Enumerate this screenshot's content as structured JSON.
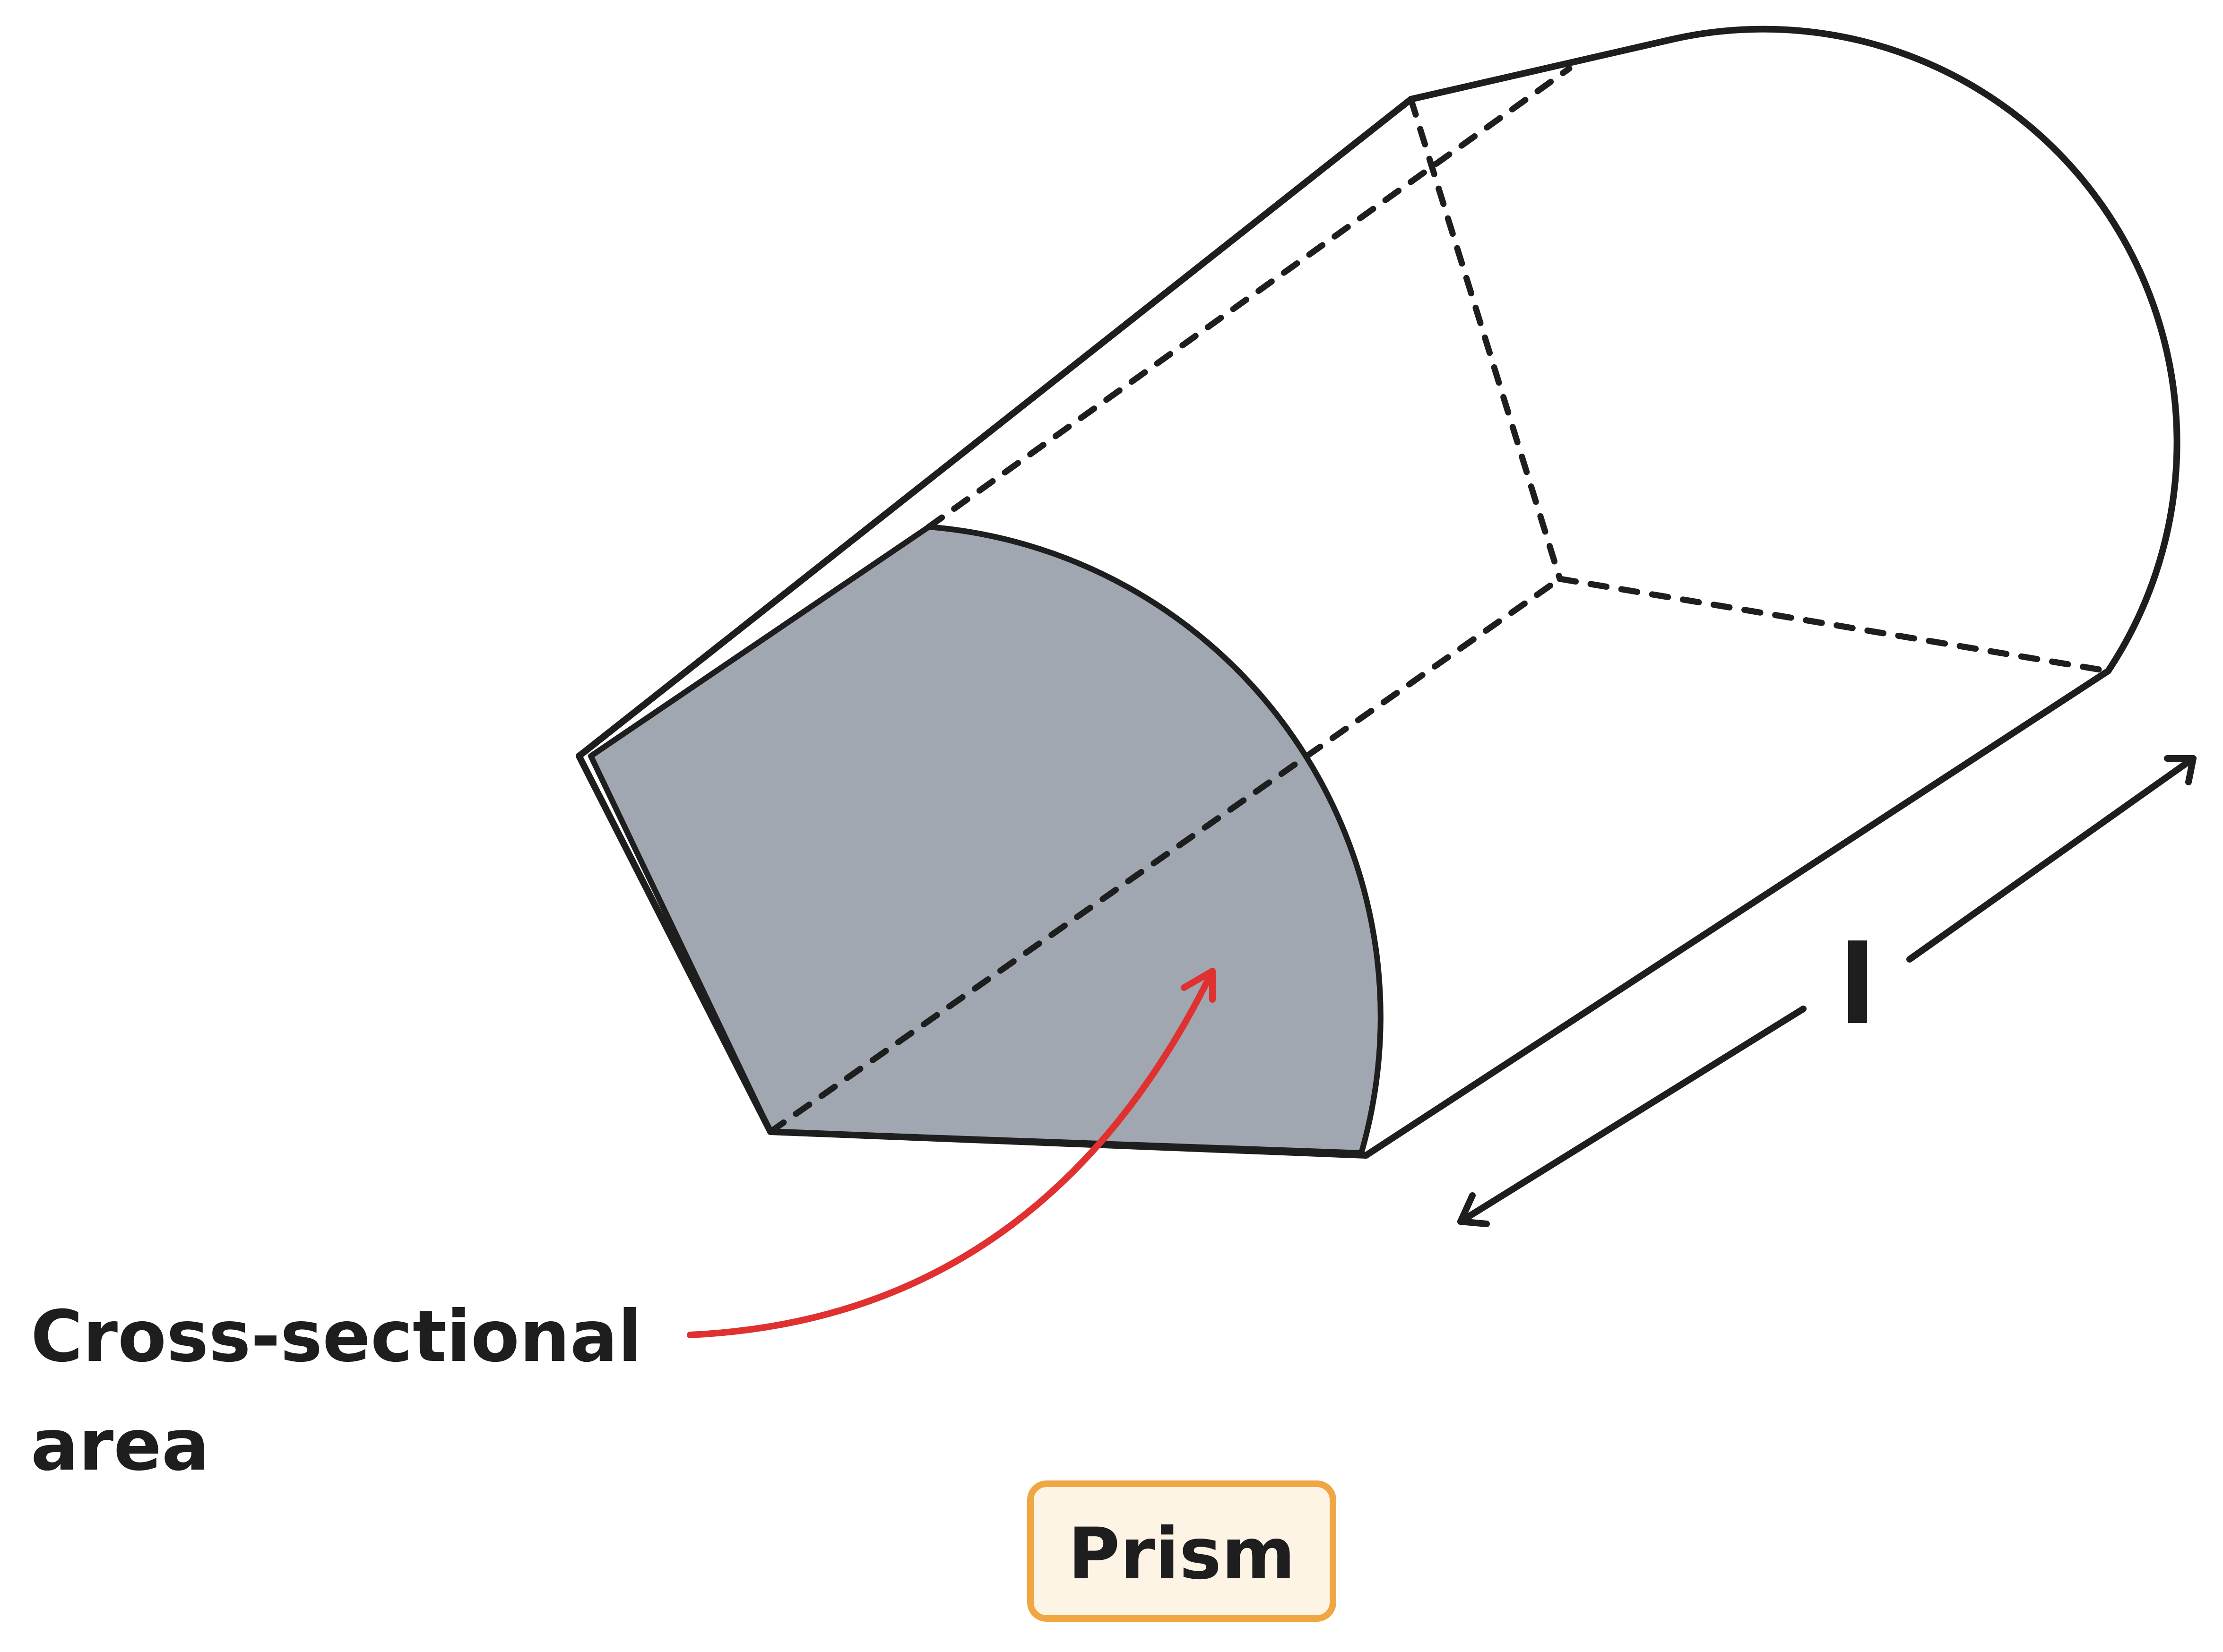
{
  "diagram": {
    "annotation": {
      "line1": "Cross-sectional",
      "line2": "area"
    },
    "length_label": "l",
    "badge_label": "Prism",
    "colors": {
      "outline": "#1e1e1e",
      "cross_section_fill": "#a0a7b1",
      "pointer_arrow": "#e03131",
      "badge_border": "#f0a742",
      "badge_fill": "#fdf4e6"
    }
  }
}
